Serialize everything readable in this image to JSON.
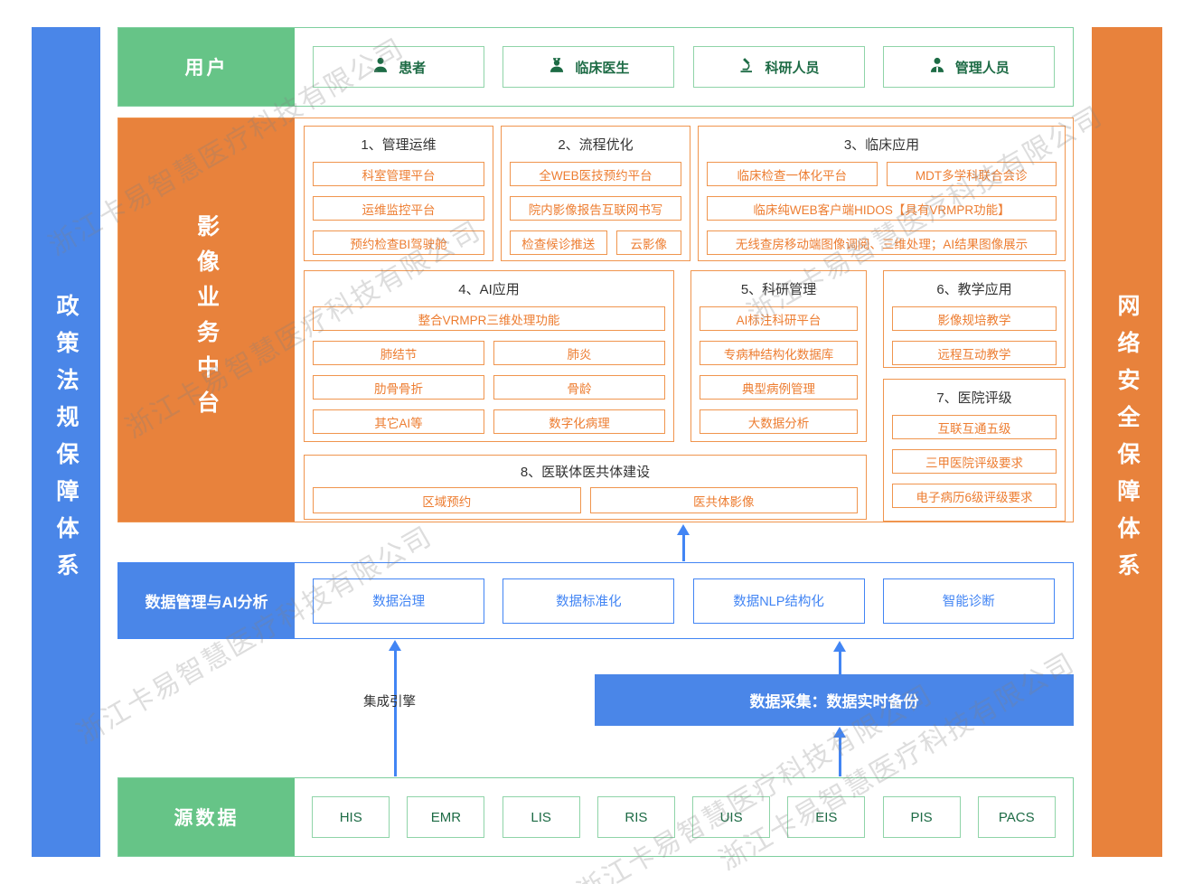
{
  "watermark": "浙江卡易智慧医疗科技有限公司",
  "left_bar": {
    "label": "政策法规保障体系"
  },
  "right_bar": {
    "label": "网络安全保障体系"
  },
  "users": {
    "header": "用户",
    "items": [
      {
        "label": "患者",
        "icon": "patient-icon"
      },
      {
        "label": "临床医生",
        "icon": "doctor-icon"
      },
      {
        "label": "科研人员",
        "icon": "microscope-icon"
      },
      {
        "label": "管理人员",
        "icon": "manager-icon"
      }
    ]
  },
  "imaging": {
    "header": "影像业务中台",
    "sections": [
      {
        "title": "1、管理运维",
        "items": [
          "科室管理平台",
          "运维监控平台",
          "预约检查BI驾驶舱"
        ]
      },
      {
        "title": "2、流程优化",
        "items": [
          "全WEB医技预约平台",
          "院内影像报告互联网书写",
          "检查候诊推送",
          "云影像"
        ]
      },
      {
        "title": "3、临床应用",
        "items": [
          "临床检查一体化平台",
          "MDT多学科联合会诊",
          "临床纯WEB客户端HIDOS【具有VRMPR功能】",
          "无线查房移动端图像调阅、三维处理；AI结果图像展示"
        ]
      },
      {
        "title": "4、AI应用",
        "items": [
          "整合VRMPR三维处理功能",
          "肺结节",
          "肺炎",
          "肋骨骨折",
          "骨龄",
          "其它AI等",
          "数字化病理"
        ]
      },
      {
        "title": "5、科研管理",
        "items": [
          "AI标注科研平台",
          "专病种结构化数据库",
          "典型病例管理",
          "大数据分析"
        ]
      },
      {
        "title": "6、教学应用",
        "items": [
          "影像规培教学",
          "远程互动教学"
        ]
      },
      {
        "title": "7、医院评级",
        "items": [
          "互联互通五级",
          "三甲医院评级要求",
          "电子病历6级评级要求"
        ]
      },
      {
        "title": "8、医联体医共体建设",
        "items": [
          "区域预约",
          "医共体影像"
        ]
      }
    ]
  },
  "data_mgmt": {
    "header": "数据管理与AI分析",
    "items": [
      "数据治理",
      "数据标准化",
      "数据NLP结构化",
      "智能诊断"
    ]
  },
  "integration": {
    "label": "集成引擎"
  },
  "collection": {
    "label": "数据采集：数据实时备份"
  },
  "source": {
    "header": "源数据",
    "items": [
      "HIS",
      "EMR",
      "LIS",
      "RIS",
      "UIS",
      "EIS",
      "PIS",
      "PACS"
    ]
  },
  "colors": {
    "green_fill": "#66c487",
    "green_border": "#8fd4a8",
    "green_text": "#1d6b45",
    "blue_fill": "#4a86e8",
    "blue_accent": "#4285f4",
    "orange_fill": "#e8823c",
    "orange_border": "#f0954e",
    "orange_text": "#ed7d31"
  }
}
